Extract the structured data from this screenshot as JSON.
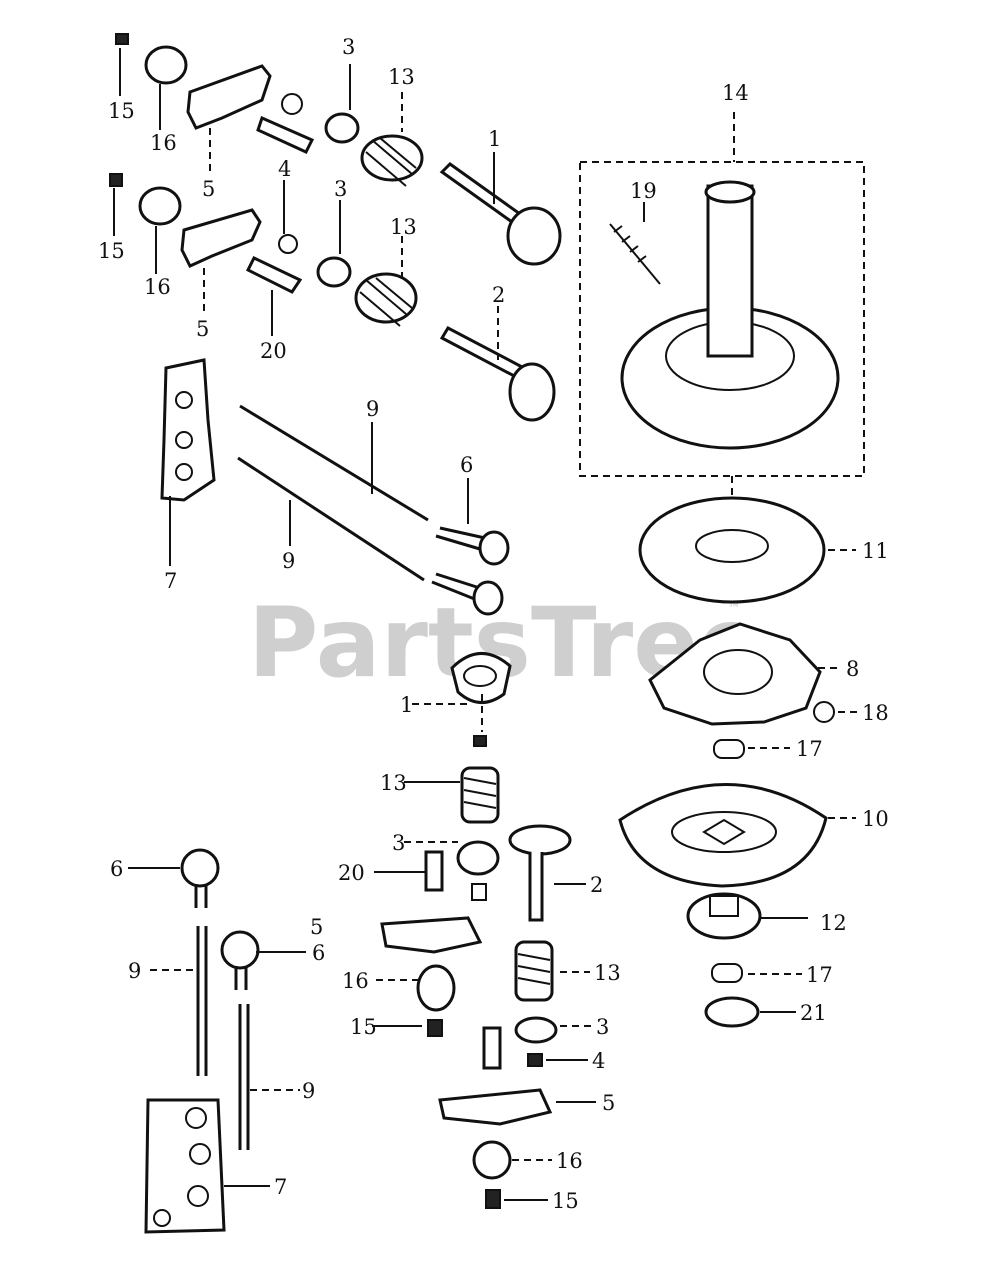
{
  "watermark": "PartsTree",
  "trademark": "™",
  "callouts": {
    "c15a": "15",
    "c16a": "16",
    "c5a": "5",
    "c3a": "3",
    "c13a": "13",
    "c1a": "1",
    "c14": "14",
    "c19": "19",
    "c15b": "15",
    "c16b": "16",
    "c5b": "5",
    "c4a": "4",
    "c3b": "3",
    "c13b": "13",
    "c2a": "2",
    "c20a": "20",
    "c9a": "9",
    "c6a": "6",
    "c9b": "9",
    "c7a": "7",
    "c11": "11",
    "c8": "8",
    "c18": "18",
    "c1b": "1",
    "c13c": "13",
    "c17a": "17",
    "c10": "10",
    "c3c": "3",
    "c20b": "20",
    "c2b": "2",
    "c6b": "6",
    "c5c": "5",
    "c6c": "6",
    "c12": "12",
    "c9c": "9",
    "c16c": "16",
    "c13d": "13",
    "c17b": "17",
    "c15c": "15",
    "c3d": "3",
    "c21": "21",
    "c4b": "4",
    "c9d": "9",
    "c5d": "5",
    "c16d": "16",
    "c7b": "7",
    "c15d": "15"
  },
  "colors": {
    "ink": "#111111",
    "paper": "#ffffff",
    "watermark": "#cfcfcf"
  }
}
